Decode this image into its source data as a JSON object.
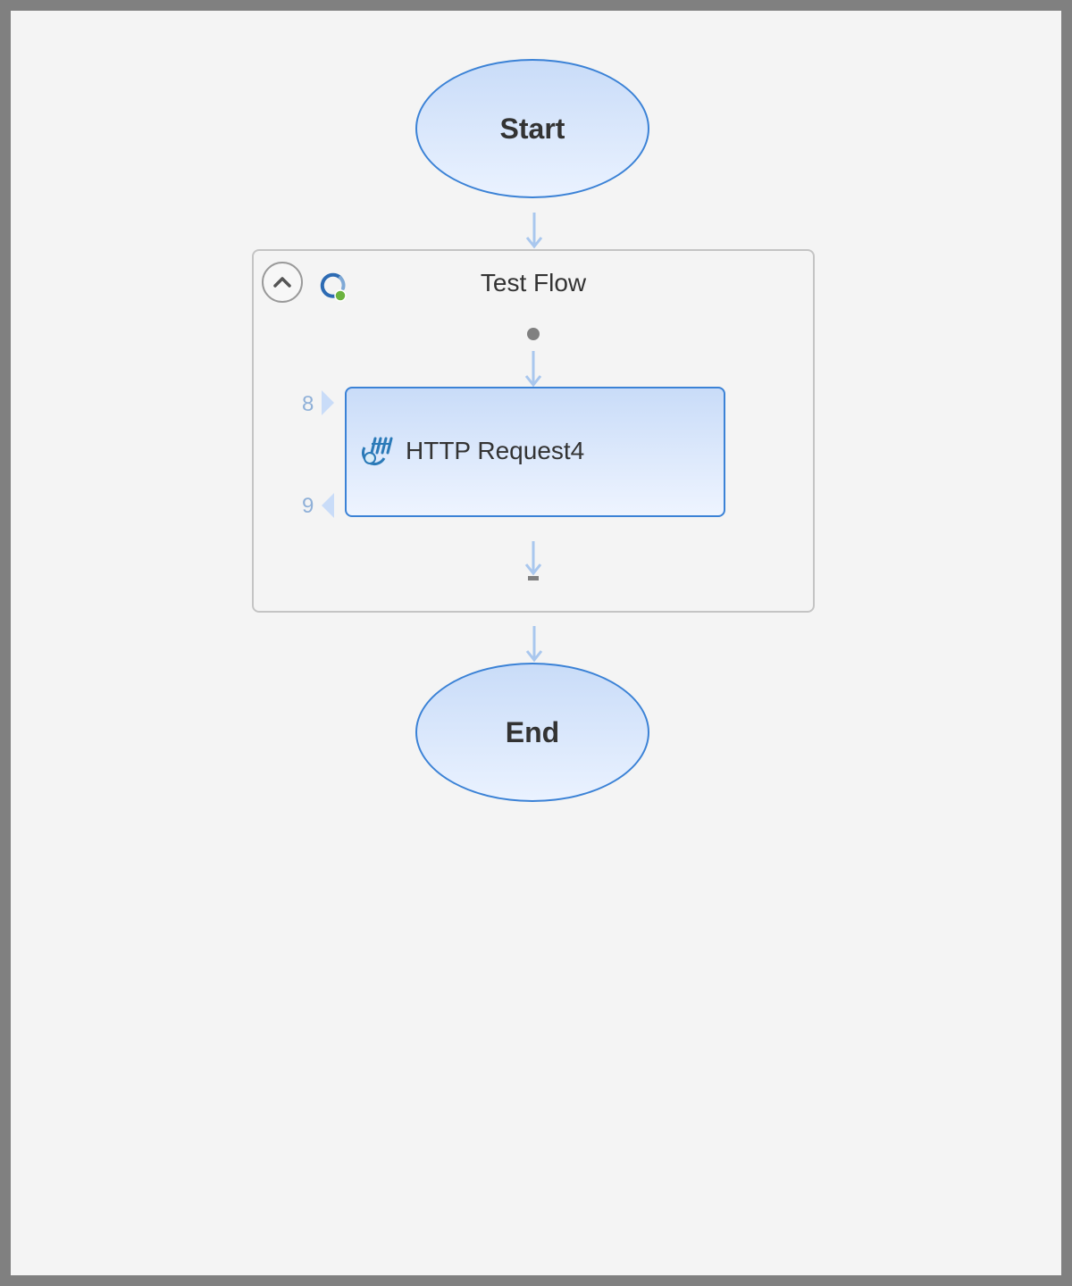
{
  "flow": {
    "start_label": "Start",
    "end_label": "End"
  },
  "group": {
    "title": "Test Flow"
  },
  "task": {
    "label": "HTTP Request4",
    "input_port": "8",
    "output_port": "9"
  },
  "colors": {
    "node_border": "#3b82d6",
    "node_fill_top": "#c9dcf8",
    "node_fill_bottom": "#eaf2ff",
    "arrow": "#a9c7ee",
    "group_border": "#c4c4c4",
    "canvas": "#f4f4f4",
    "frame": "#808080",
    "port_number": "#8fb0d8",
    "status_dot": "#6cb33f"
  },
  "icons": [
    "collapse-chevron-up-icon",
    "loop-icon",
    "http-request-icon"
  ]
}
